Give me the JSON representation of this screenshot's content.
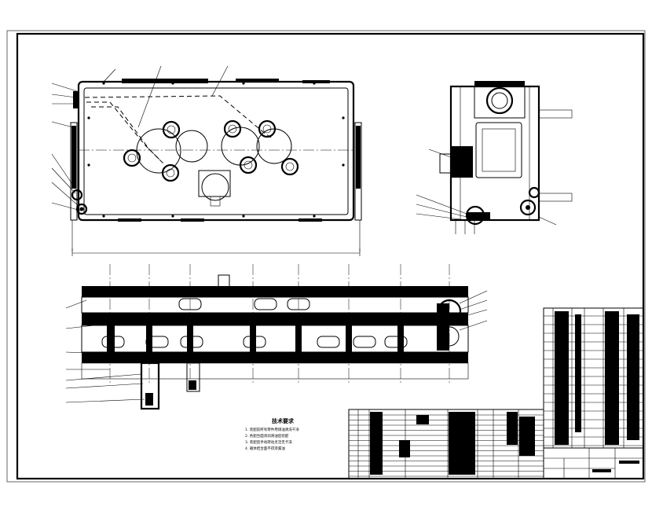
{
  "drawing": {
    "technical_requirements": {
      "heading": "技术要求",
      "items": [
        "1. 装配前所有零件用煤油清洗干净",
        "2. 各配合面涂润滑油后装配",
        "3. 装配后手动转动灵活无卡滞",
        "4. 箱体结合面不得渗漏油"
      ]
    },
    "colors": {
      "line": "#000000",
      "paper": "#ffffff"
    }
  }
}
